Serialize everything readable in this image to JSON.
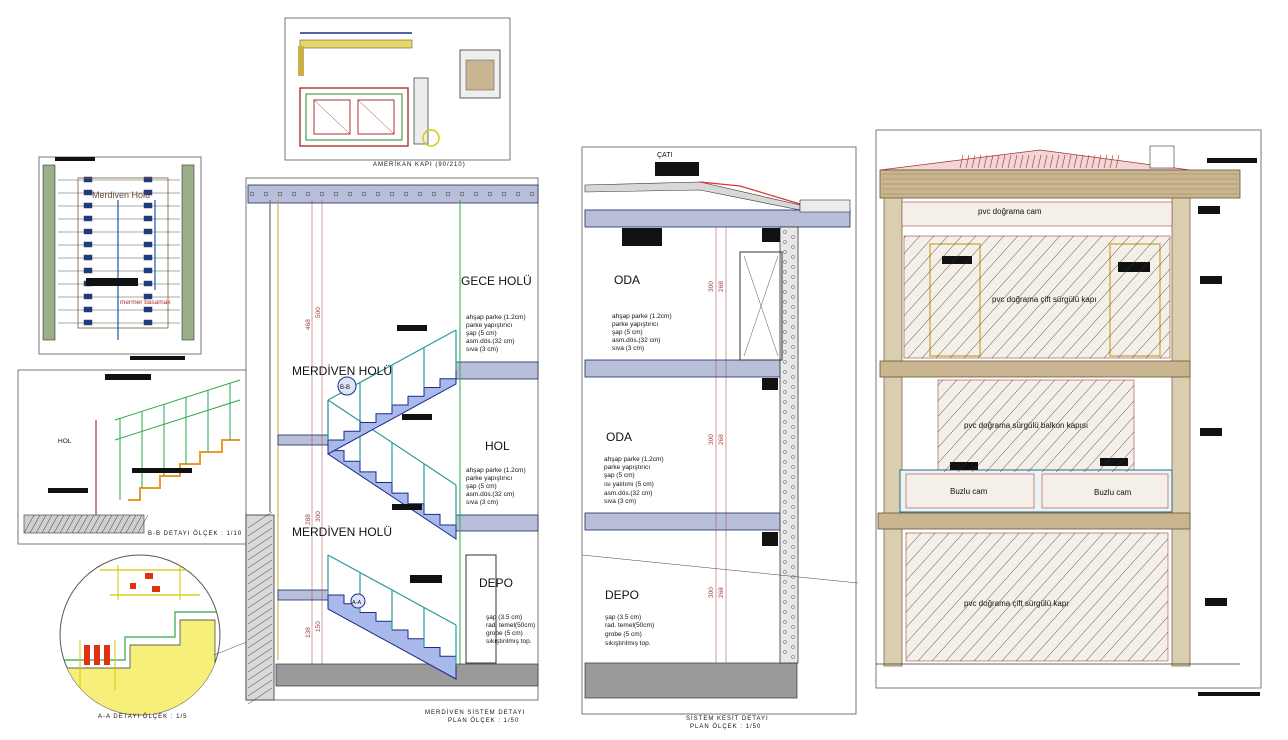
{
  "drawing": {
    "american_door": {
      "caption": "AMERİKAN KAPI (90/210)"
    },
    "stair_plan": {
      "label": "Merdiven Holü",
      "marble_note": "mermer basamak"
    },
    "bb_detail": {
      "caption": "B-B DETAYI ÖLÇEK : 1/10",
      "hol_label": "HOL"
    },
    "aa_detail": {
      "caption": "A-A DETAYI ÖLÇEK : 1/5"
    },
    "stair_section": {
      "caption_line1": "MERDİVEN SİSTEM DETAYI",
      "caption_line2": "PLAN ÖLÇEK : 1/50",
      "rooms": [
        "GECE HOLÜ",
        "MERDİVEN HOLÜ",
        "HOL",
        "MERDİVEN HOLÜ",
        "DEPO"
      ],
      "bubbles": [
        "B-B",
        "A-A"
      ],
      "floor_notes_upper": [
        "ahşap parke (1.2cm)",
        "parke yapıştırıcı",
        "şap (5 cm)",
        "asm.dös.(32 cm)",
        "sıva (3 cm)"
      ],
      "floor_notes_middle": [
        "ahşap parke (1.2cm)",
        "parke yapıştırıcı",
        "şap (5 cm)",
        "asm.dös.(32 cm)",
        "sıva (3 cm)"
      ],
      "floor_notes_ground": [
        "şap (3.5 cm)",
        "rad. temel(50cm)",
        "grobe (5 cm)",
        "sıkıştırılmış top."
      ],
      "dimensions": [
        "468",
        "500",
        "288",
        "300",
        "138",
        "150"
      ]
    },
    "system_section": {
      "caption_line1": "SİSTEM KESİT DETAYI",
      "caption_line2": "PLAN ÖLÇEK : 1/50",
      "roof_label": "ÇATI",
      "rooms": [
        "ODA",
        "ODA",
        "DEPO"
      ],
      "floor_notes_upper": [
        "ahşap parke (1.2cm)",
        "parke yapıştırıcı",
        "şap (5 cm)",
        "asm.dös.(32 cm)",
        "sıva (3 cm)"
      ],
      "floor_notes_middle": [
        "ahşap parke (1.2cm)",
        "parke yapıştırıcı",
        "şap (5 cm)",
        "ısı yalıtımı (5 cm)",
        "asm.dös.(32 cm)",
        "sıva (3 cm)"
      ],
      "floor_notes_ground": [
        "şap (3.5 cm)",
        "rad. temel(50cm)",
        "grobe (5 cm)",
        "sıkıştırılmış top."
      ],
      "dimensions": [
        "300",
        "268",
        "300",
        "268",
        "300",
        "268"
      ]
    },
    "facade": {
      "labels": [
        "pvc doğrama cam",
        "pvc doğrama çift sürgülü kapı",
        "pvc doğrama sürgülü balkon kapısı",
        "Buzlu cam",
        "Buzlu cam",
        "pvc doğrama çift sürgülü kapı"
      ]
    }
  },
  "colors": {
    "stair_blue": "#a9b9ea",
    "rail_teal": "#2a9a9a",
    "detail_yellow": "#f6f07a",
    "dim_red": "#a04040"
  }
}
